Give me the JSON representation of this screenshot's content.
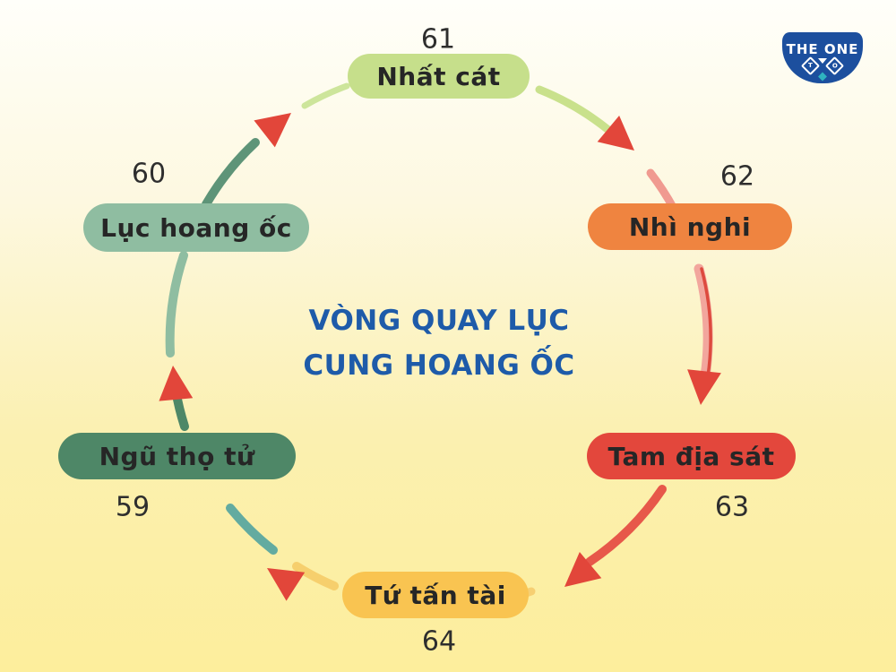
{
  "title": {
    "line1": "VÒNG QUAY LỤC",
    "line2": "CUNG HOANG ỐC",
    "color": "#1e5ba9"
  },
  "logo": {
    "text": "THE ONE",
    "letter_left": "T",
    "letter_right": "O",
    "bg_color": "#1c4f9e",
    "accent_color": "#2fb3bf"
  },
  "arrow_color": "#e2463a",
  "nodes": [
    {
      "label": "Nhất cát",
      "number": "61",
      "color": "#c6df8b"
    },
    {
      "label": "Nhì nghi",
      "number": "62",
      "color": "#ef8440"
    },
    {
      "label": "Tam địa sát",
      "number": "63",
      "color": "#e3473c"
    },
    {
      "label": "Tứ tấn tài",
      "number": "64",
      "color": "#f9c451"
    },
    {
      "label": "Ngũ thọ tử",
      "number": "59",
      "color": "#4e8767"
    },
    {
      "label": "Lục hoang ốc",
      "number": "60",
      "color": "#8fbda1"
    }
  ]
}
